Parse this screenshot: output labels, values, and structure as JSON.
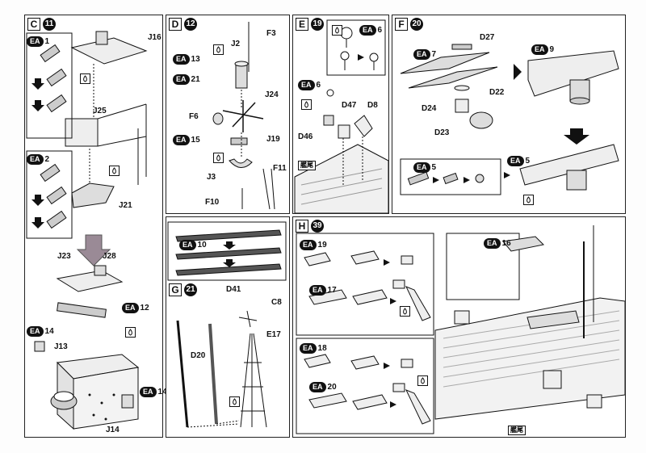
{
  "sections": {
    "C": {
      "letter": "C",
      "step": "11",
      "labels": {
        "j16": "J16",
        "j25": "J25",
        "j21": "J21",
        "j23": "J23",
        "j28": "J28",
        "j13": "J13",
        "j14": "J14"
      },
      "ea": [
        {
          "code": "EA",
          "num": "1"
        },
        {
          "code": "EA",
          "num": "2"
        },
        {
          "code": "EA",
          "num": "12"
        },
        {
          "code": "EA",
          "num": "14"
        },
        {
          "code": "EA",
          "num": "14"
        }
      ]
    },
    "D": {
      "letter": "D",
      "step": "12",
      "labels": {
        "f3": "F3",
        "j2": "J2",
        "j24": "J24",
        "f6": "F6",
        "j19": "J19",
        "j3": "J3",
        "f11": "F11",
        "f10": "F10"
      },
      "ea": [
        {
          "code": "EA",
          "num": "13"
        },
        {
          "code": "EA",
          "num": "21"
        },
        {
          "code": "EA",
          "num": "15"
        }
      ]
    },
    "E": {
      "letter": "E",
      "step": "19",
      "labels": {
        "d47": "D47",
        "d8": "D8",
        "d46": "D46"
      },
      "ea": [
        {
          "code": "EA",
          "num": "6"
        },
        {
          "code": "EA",
          "num": "6"
        }
      ]
    },
    "F": {
      "letter": "F",
      "step": "20",
      "labels": {
        "d27": "D27",
        "d22": "D22",
        "d24": "D24",
        "d23": "D23"
      },
      "ea": [
        {
          "code": "EA",
          "num": "7"
        },
        {
          "code": "EA",
          "num": "9"
        },
        {
          "code": "EA",
          "num": "5"
        },
        {
          "code": "EA",
          "num": "5"
        }
      ]
    },
    "G": {
      "letter": "G",
      "step": "21",
      "labels": {
        "d41": "D41",
        "c8": "C8",
        "e17": "E17",
        "d20": "D20"
      },
      "ea": [
        {
          "code": "EA",
          "num": "10"
        }
      ]
    },
    "H": {
      "letter": "H",
      "step": "39",
      "ea": [
        {
          "code": "EA",
          "num": "19"
        },
        {
          "code": "EA",
          "num": "17"
        },
        {
          "code": "EA",
          "num": "18"
        },
        {
          "code": "EA",
          "num": "20"
        },
        {
          "code": "EA",
          "num": "16"
        }
      ]
    }
  },
  "nav": {
    "stern_label": "艦尾"
  }
}
